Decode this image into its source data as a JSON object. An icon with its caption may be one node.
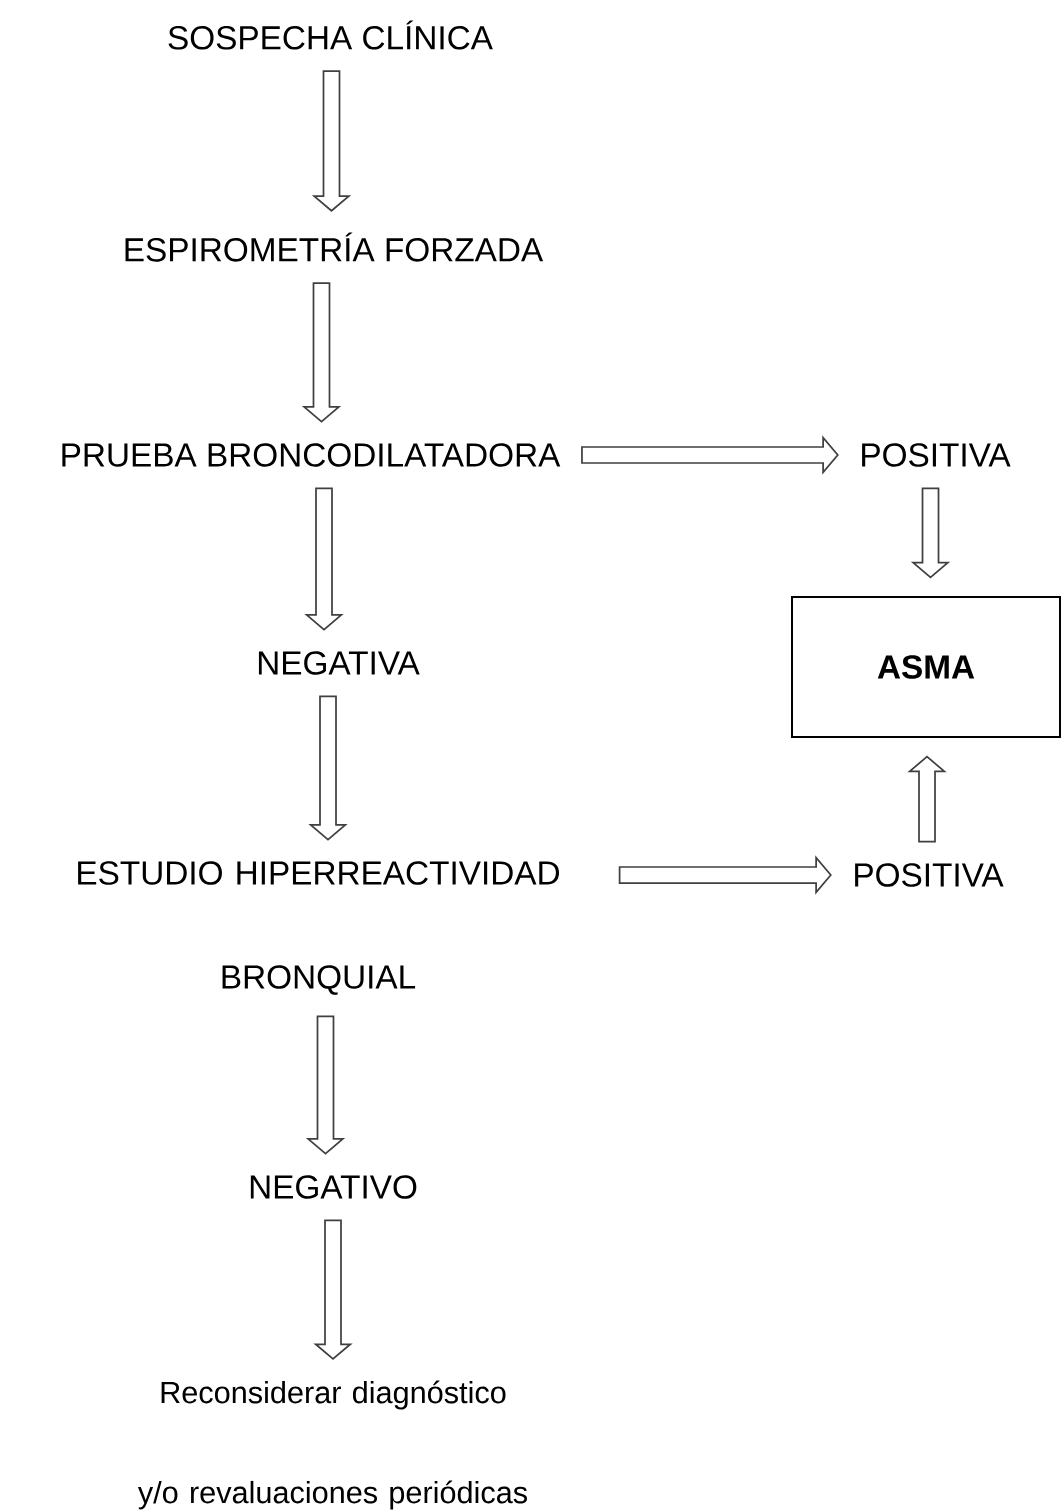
{
  "diagram": {
    "nodes": [
      {
        "text": [
          "SOSPECHA CLÍNICA"
        ]
      },
      {
        "text": [
          "ESPIROMETRÍA FORZADA"
        ]
      },
      {
        "text": [
          "PRUEBA BRONCODILATADORA"
        ]
      },
      {
        "text": [
          "POSITIVA"
        ]
      },
      {
        "text": [
          "NEGATIVA"
        ]
      },
      {
        "text": [
          "ASMA"
        ]
      },
      {
        "text": [
          "ESTUDIO HIPERREACTIVIDAD BRONQUIAL"
        ]
      },
      {
        "text": [
          "POSITIVA"
        ]
      },
      {
        "text": [
          "NEGATIVO"
        ]
      },
      {
        "text": [
          "Reconsiderar diagnóstico y/o revaluaciones periódicas"
        ]
      }
    ],
    "edges": [
      {
        "from": 0,
        "to": 1,
        "arrow": "to"
      },
      {
        "from": 1,
        "to": 2,
        "arrow": "to"
      },
      {
        "from": 2,
        "to": 3,
        "arrow": "to"
      },
      {
        "from": 2,
        "to": 4,
        "arrow": "to"
      },
      {
        "from": 3,
        "to": 5,
        "arrow": "to"
      },
      {
        "from": 4,
        "to": 6,
        "arrow": "to"
      },
      {
        "from": 6,
        "to": 7,
        "arrow": "to"
      },
      {
        "from": 7,
        "to": 5,
        "arrow": "to"
      },
      {
        "from": 6,
        "to": 8,
        "arrow": "to"
      },
      {
        "from": 8,
        "to": 9,
        "arrow": "to"
      }
    ]
  }
}
